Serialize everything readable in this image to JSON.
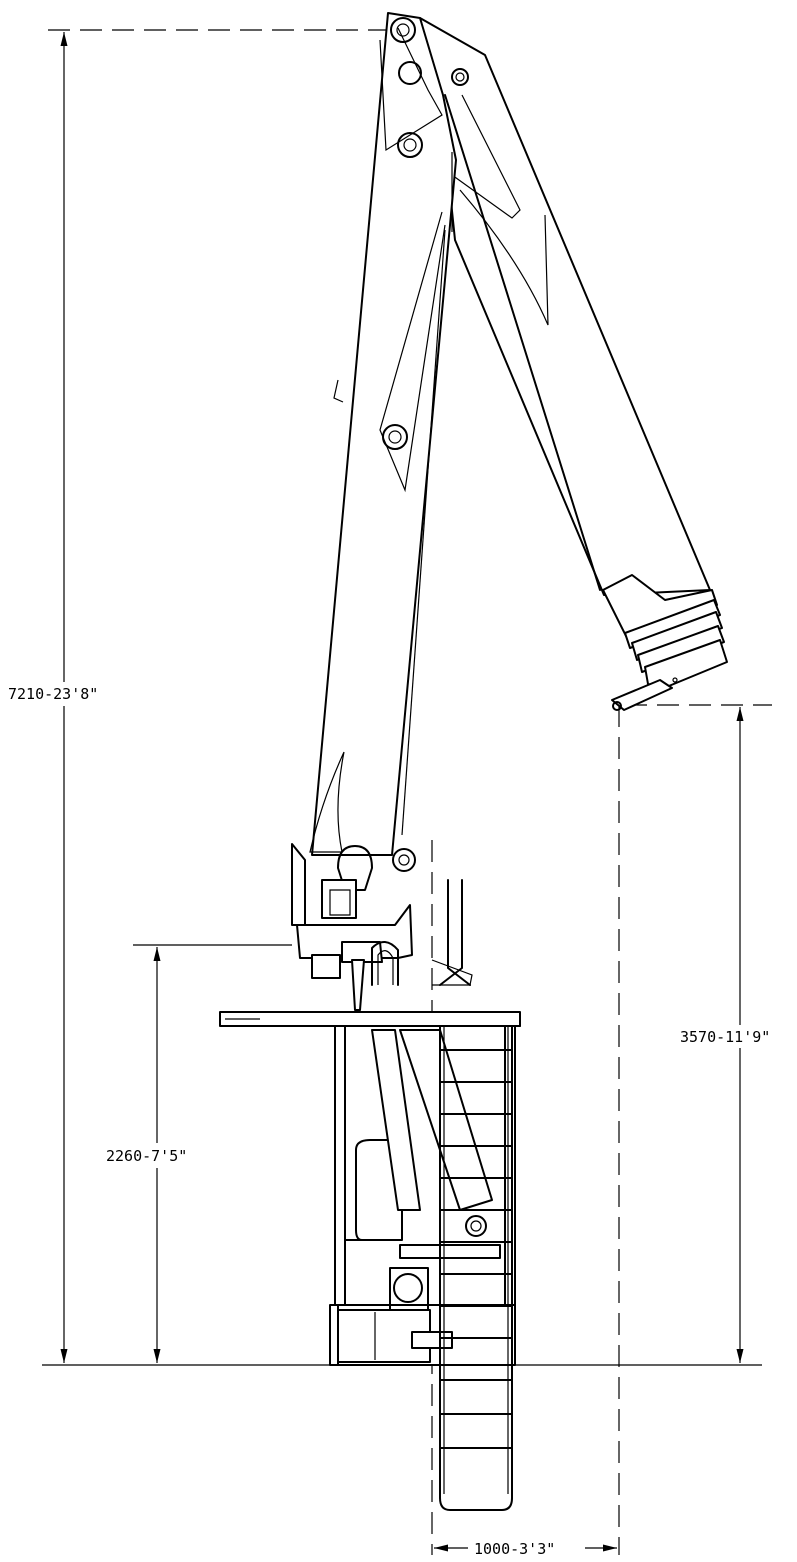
{
  "dimensions": {
    "total_height": "7210-23'8\"",
    "tip_height": "3570-11'9\"",
    "platform_height": "2260-7'5\"",
    "reach": "1000-3'3\""
  },
  "colors": {
    "line": "#000000",
    "background": "#ffffff"
  }
}
